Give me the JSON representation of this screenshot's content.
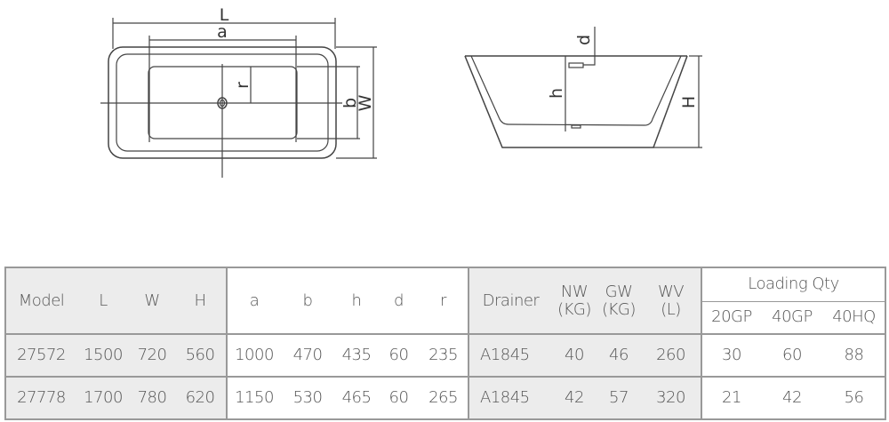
{
  "drawing": {
    "top_view": {
      "L": "L",
      "a": "a",
      "r": "r",
      "b": "b",
      "W": "W"
    },
    "side_view": {
      "d": "d",
      "h": "h",
      "H": "H"
    }
  },
  "table": {
    "headers": {
      "model": "Model",
      "L": "L",
      "W": "W",
      "H": "H",
      "a": "a",
      "b": "b",
      "h": "h",
      "d": "d",
      "r": "r",
      "drainer": "Drainer",
      "nw": "NW\n(KG)",
      "gw": "GW\n(KG)",
      "wv": "WV\n(L)",
      "nw_1": "NW",
      "nw_2": "(KG)",
      "gw_1": "GW",
      "gw_2": "(KG)",
      "wv_1": "WV",
      "wv_2": "(L)",
      "loading": "Loading Qty",
      "gp20": "20GP",
      "gp40": "40GP",
      "hq40": "40HQ"
    },
    "rows": [
      {
        "model": "27572",
        "L": "1500",
        "W": "720",
        "H": "560",
        "a": "1000",
        "b": "470",
        "h": "435",
        "d": "60",
        "r": "235",
        "drainer": "A1845",
        "nw": "40",
        "gw": "46",
        "wv": "260",
        "gp20": "30",
        "gp40": "60",
        "hq40": "88"
      },
      {
        "model": "27778",
        "L": "1700",
        "W": "780",
        "H": "620",
        "a": "1150",
        "b": "530",
        "h": "465",
        "d": "60",
        "r": "265",
        "drainer": "A1845",
        "nw": "42",
        "gw": "57",
        "wv": "320",
        "gp20": "21",
        "gp40": "42",
        "hq40": "56"
      }
    ]
  }
}
